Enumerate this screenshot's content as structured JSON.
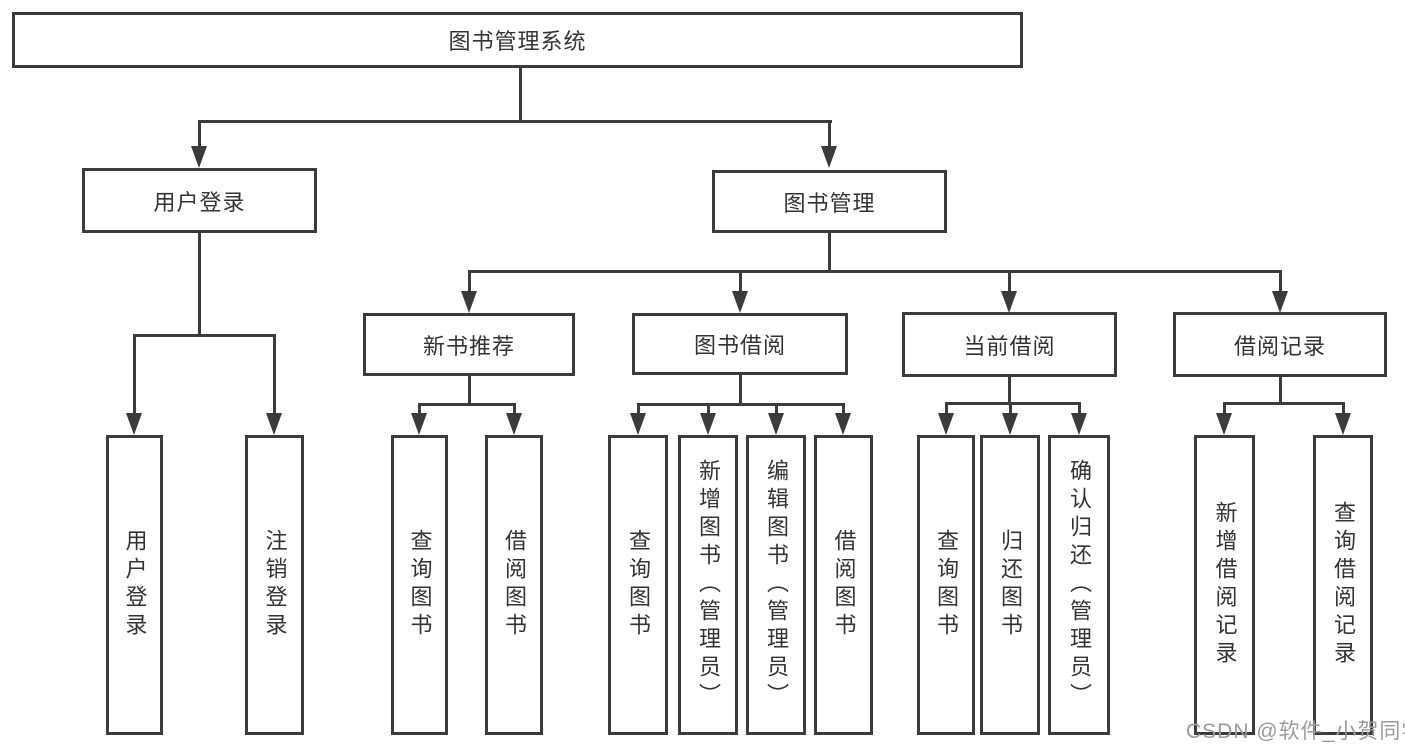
{
  "tree": {
    "label": "图书管理系统",
    "children": [
      {
        "label": "用户登录",
        "children": [
          {
            "label": "用户登录"
          },
          {
            "label": "注销登录"
          }
        ]
      },
      {
        "label": "图书管理",
        "children": [
          {
            "label": "新书推荐",
            "children": [
              {
                "label": "查询图书"
              },
              {
                "label": "借阅图书"
              }
            ]
          },
          {
            "label": "图书借阅",
            "children": [
              {
                "label": "查询图书"
              },
              {
                "label": "新增图书（管理员）"
              },
              {
                "label": "编辑图书（管理员）"
              },
              {
                "label": "借阅图书"
              }
            ]
          },
          {
            "label": "当前借阅",
            "children": [
              {
                "label": "查询图书"
              },
              {
                "label": "归还图书"
              },
              {
                "label": "确认归还（管理员）"
              }
            ]
          },
          {
            "label": "借阅记录",
            "children": [
              {
                "label": "新增借阅记录"
              },
              {
                "label": "查询借阅记录"
              }
            ]
          }
        ]
      }
    ]
  },
  "watermark": {
    "text": "CSDN @软件_小贺同学"
  },
  "colors": {
    "line": "#3b3b3b",
    "text": "#333333",
    "background": "#ffffff",
    "watermark": "#9b9b9b"
  }
}
